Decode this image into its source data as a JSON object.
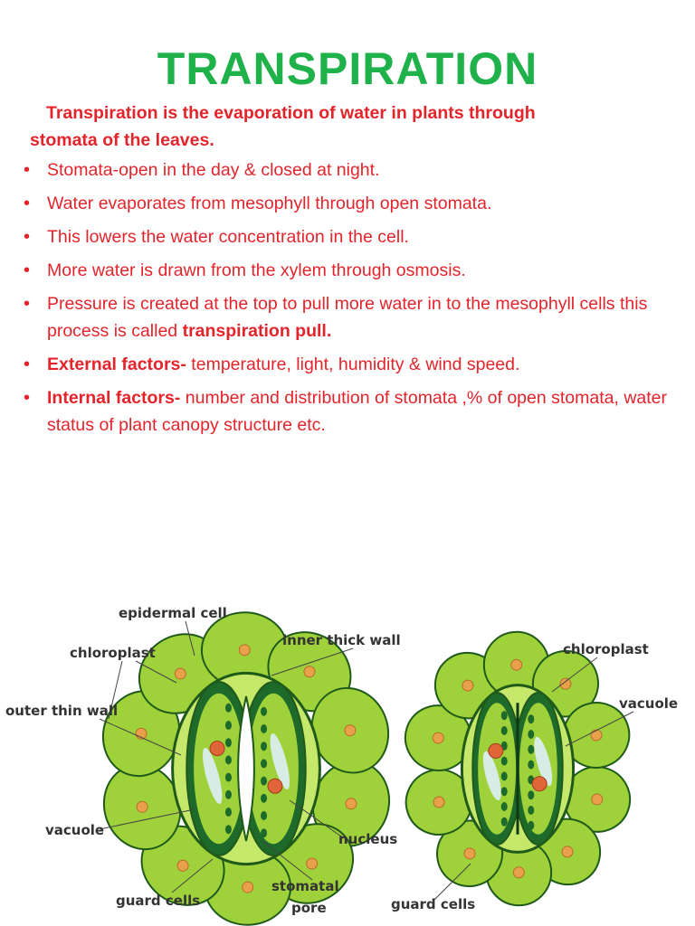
{
  "title": "TRANSPIRATION",
  "intro": {
    "line1": "Transpiration is the evaporation of water in plants through",
    "line2": "stomata of the leaves."
  },
  "bullets": [
    {
      "bold": "",
      "text": "Stomata-open in the day & closed at night."
    },
    {
      "bold": "",
      "text": "Water evaporates from mesophyll through open stomata."
    },
    {
      "bold": "",
      "text": "This lowers the water concentration in the cell."
    },
    {
      "bold": "",
      "text": "More water is drawn from the xylem through osmosis."
    },
    {
      "bold": "",
      "text": "Pressure is created at the top to pull more water in to the mesophyll cells this process is called ",
      "tail_bold": "transpiration pull."
    },
    {
      "bold": "External factors-",
      "text": " temperature, light, humidity & wind speed."
    },
    {
      "bold": "Internal factors-",
      "text": " number and distribution of stomata ,% of open stomata, water status of plant canopy structure etc."
    }
  ],
  "bullet_glyph": "•",
  "diagram": {
    "labels": {
      "epidermal_cell": "epidermal cell",
      "chloroplast_left": "chloroplast",
      "inner_thick_wall": "inner thick wall",
      "chloroplast_right": "chloroplast",
      "outer_thin_wall": "outer thin wall",
      "vacuole_right": "vacuole",
      "vacuole_left": "vacuole",
      "nucleus": "nucleus",
      "stomatal_pore_1": "stomatal",
      "stomatal_pore_2": "pore",
      "guard_cells_left": "guard cells",
      "guard_cells_right": "guard cells"
    },
    "colors": {
      "cell_fill": "#9fd23a",
      "cell_light": "#c6e86a",
      "outline": "#1f5a1a",
      "guard_dark": "#1d6a2a",
      "nucleus": "#e0663a",
      "vacuole": "#d8ece6"
    }
  }
}
